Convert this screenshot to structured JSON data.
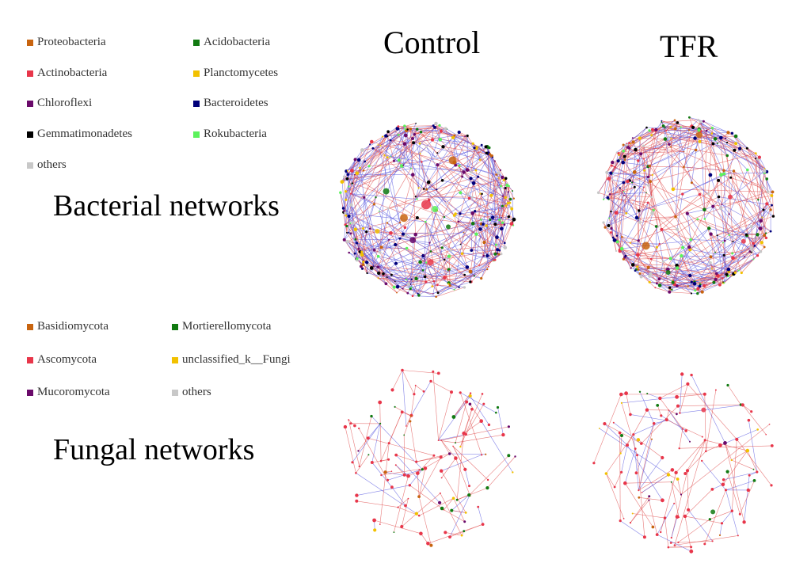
{
  "columns": {
    "control": "Control",
    "tfr": "TFR"
  },
  "sections": {
    "bacterial": "Bacterial networks",
    "fungal": "Fungal networks"
  },
  "bacterial_legend": [
    {
      "label": "Proteobacteria",
      "color": "#c8640f"
    },
    {
      "label": "Acidobacteria",
      "color": "#117a11"
    },
    {
      "label": "Actinobacteria",
      "color": "#e8364a"
    },
    {
      "label": "Planctomycetes",
      "color": "#f2c100"
    },
    {
      "label": "Chloroflexi",
      "color": "#6a0a6a"
    },
    {
      "label": "Bacteroidetes",
      "color": "#00007a"
    },
    {
      "label": "Gemmatimonadetes",
      "color": "#000000"
    },
    {
      "label": "Rokubacteria",
      "color": "#5cf25c"
    },
    {
      "label": "others",
      "color": "#c8c8c8"
    }
  ],
  "fungal_legend": [
    {
      "label": "Basidiomycota",
      "color": "#c8640f"
    },
    {
      "label": "Mortierellomycota",
      "color": "#117a11"
    },
    {
      "label": "Ascomycota",
      "color": "#e8364a"
    },
    {
      "label": "unclassified_k__Fungi",
      "color": "#f2c100"
    },
    {
      "label": "Mucoromycota",
      "color": "#6a0a6a"
    },
    {
      "label": "others",
      "color": "#c8c8c8"
    }
  ],
  "edge_colors": {
    "positive": "#e05050",
    "negative": "#5a5ae0"
  }
}
